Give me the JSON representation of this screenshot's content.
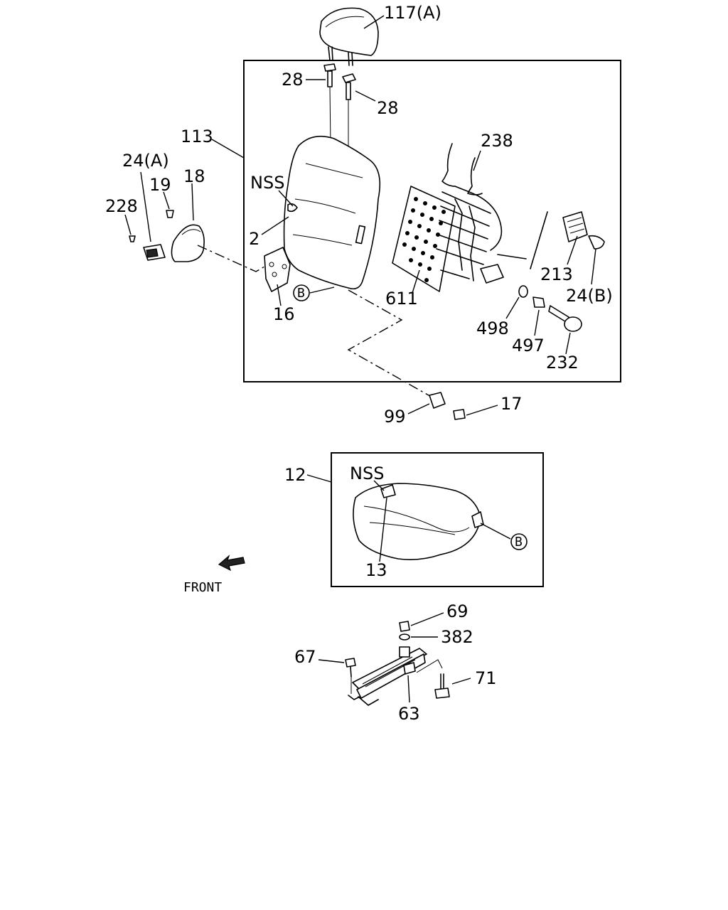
{
  "labels": {
    "p117a": "117(A)",
    "p28a": "28",
    "p28b": "28",
    "p113": "113",
    "p238": "238",
    "p24a": "24(A)",
    "p19": "19",
    "p18": "18",
    "p228": "228",
    "nss1": "NSS",
    "p2": "2",
    "p16": "16",
    "p611": "611",
    "p213": "213",
    "p24b": "24(B)",
    "p498": "498",
    "p497": "497",
    "p232": "232",
    "p99": "99",
    "p17": "17",
    "p12": "12",
    "nss2": "NSS",
    "p13": "13",
    "front": "FRONT",
    "p69": "69",
    "p382": "382",
    "p67": "67",
    "p71": "71",
    "p63": "63",
    "refB1": "B",
    "refB2": "B"
  }
}
